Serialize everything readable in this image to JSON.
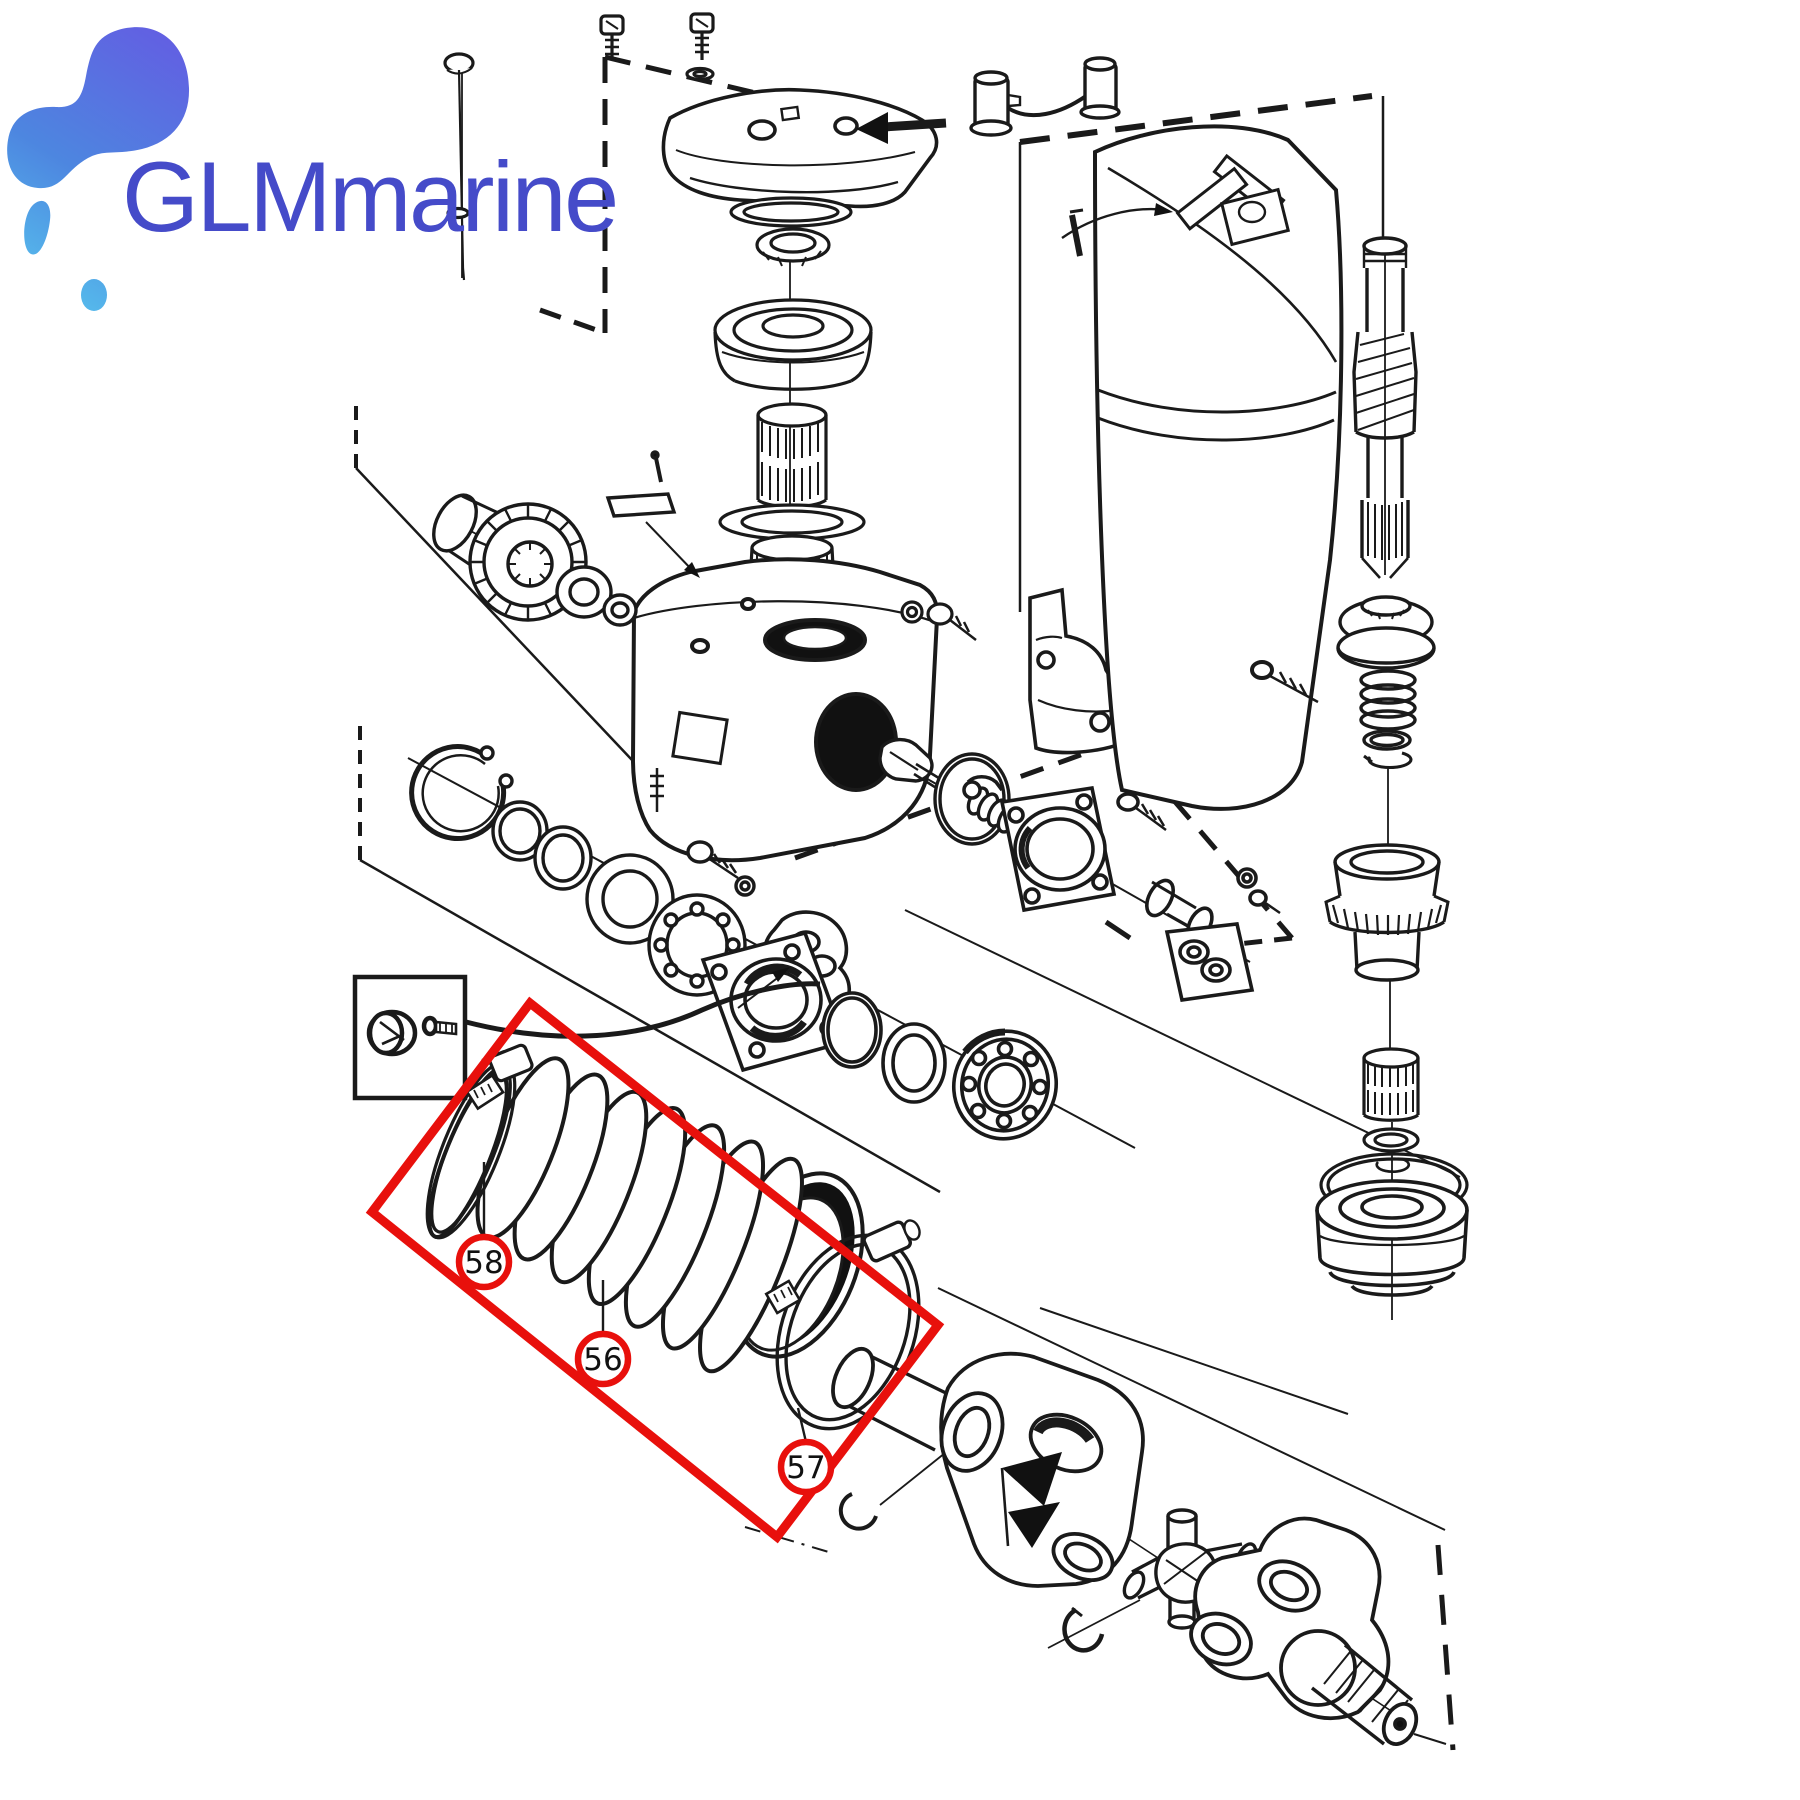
{
  "page": {
    "background_color": "#ffffff"
  },
  "logo": {
    "text": "GLMmarine",
    "text_color": "#454bc9",
    "blob_gradient_top": "#655ae2",
    "blob_gradient_bottom": "#58c9ef"
  },
  "diagram": {
    "line_color": "#1a1a1a",
    "highlight_color": "#e8100c",
    "callouts": [
      {
        "label": "58"
      },
      {
        "label": "56"
      },
      {
        "label": "57"
      }
    ]
  }
}
